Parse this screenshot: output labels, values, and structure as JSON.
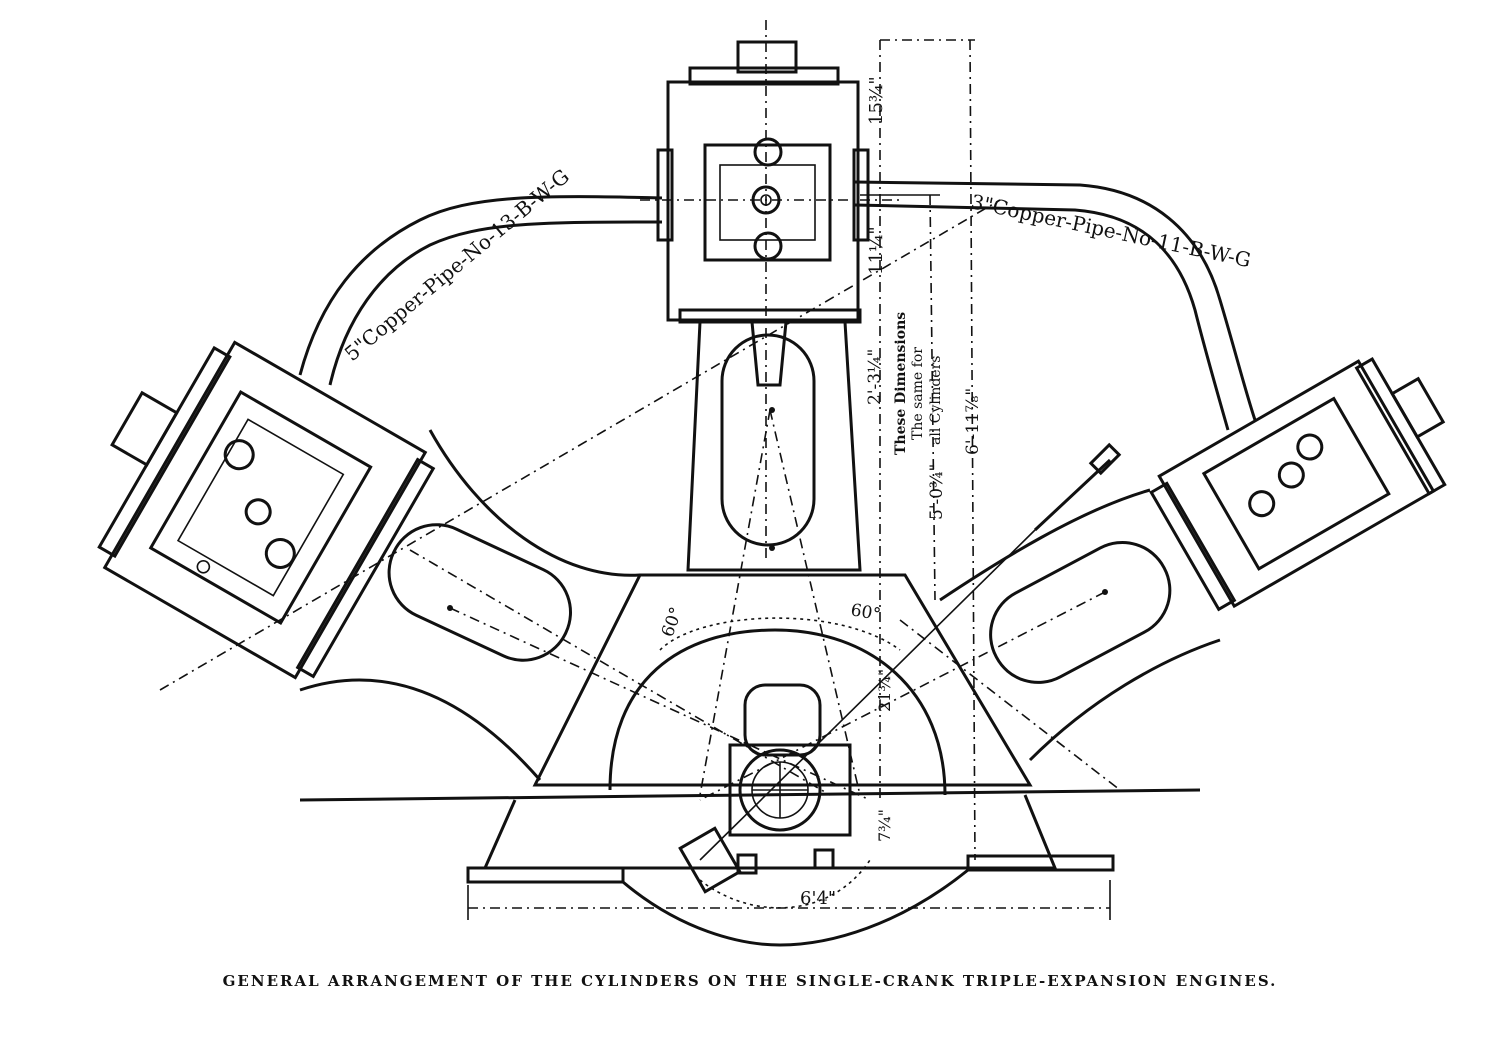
{
  "labels": {
    "pipe_left": "5\"Copper-Pipe-No-13-B-W-G",
    "pipe_right": "3\"Copper-Pipe-No-11-B-W-G",
    "dim_15": "15¾\"",
    "dim_11": "11¼\"",
    "dim_2_3": "2'-3¼\"",
    "dim_note_1": "These Dimensions",
    "dim_note_2": "The same for",
    "dim_note_3": "all Cylinders",
    "dim_5_0": "5'-0¾\"",
    "dim_6_11": "6'-11⅞\"",
    "angle_left": "60°",
    "angle_right": "60°",
    "dim_21": "21¾\"",
    "dim_7": "7¾\"",
    "dim_6_4": "6'4\""
  },
  "caption": "GENERAL ARRANGEMENT OF THE CYLINDERS ON THE SINGLE-CRANK TRIPLE-EXPANSION ENGINES."
}
